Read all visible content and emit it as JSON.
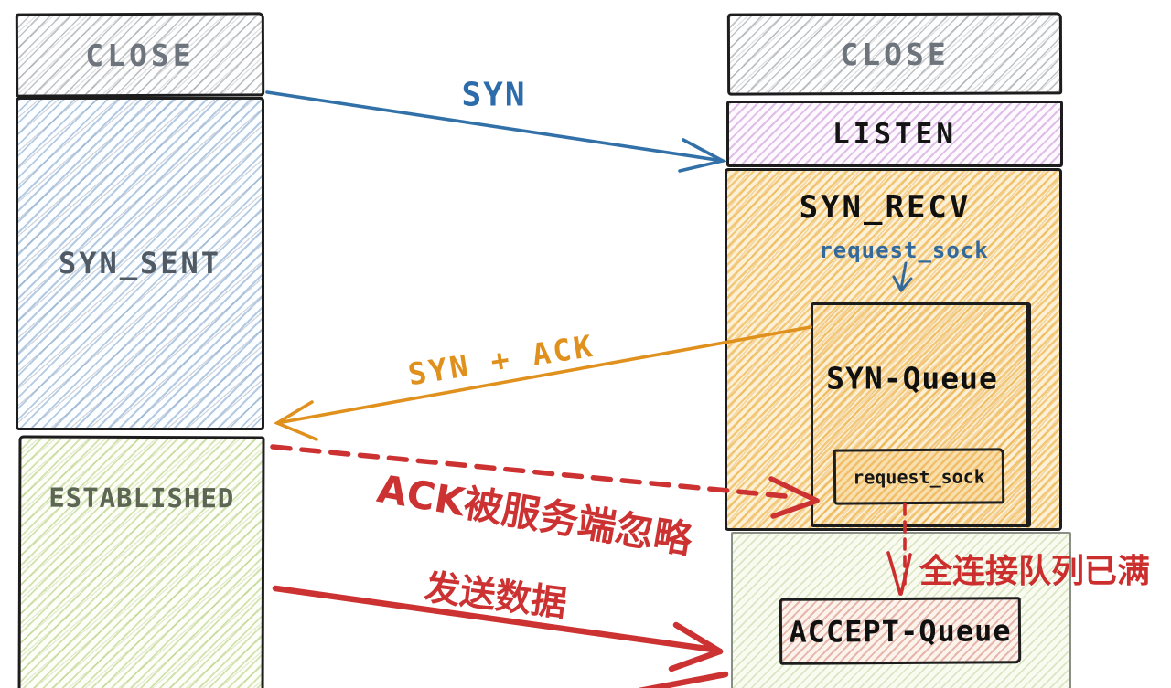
{
  "client": {
    "states": [
      {
        "id": "close",
        "label": "CLOSE"
      },
      {
        "id": "syn_sent",
        "label": "SYN_SENT"
      },
      {
        "id": "established",
        "label": "ESTABLISHED"
      }
    ]
  },
  "server": {
    "states": [
      {
        "id": "close",
        "label": "CLOSE"
      },
      {
        "id": "listen",
        "label": "LISTEN"
      },
      {
        "id": "syn_recv",
        "label": "SYN_RECV"
      }
    ],
    "request_sock_pointer": "request_sock",
    "syn_queue": {
      "title": "SYN-Queue",
      "item": "request_sock"
    },
    "accept_queue": {
      "title": "ACCEPT-Queue"
    }
  },
  "messages": {
    "syn": "SYN",
    "syn_ack": "SYN + ACK",
    "ack_ignored": "ACK被服务端忽略",
    "send_data": "发送数据",
    "queue_full": "全连接队列已满"
  },
  "colors": {
    "outline_black": "#1d1d1d",
    "blue_arrow": "#3270a8",
    "orange_arrow": "#e0901c",
    "red_arrow": "#cc3232",
    "gray_state_text": "#6e747c",
    "blue_hatch": "#76a0ca",
    "purple_hatch": "#c48ed2",
    "orange_hatch": "#ecac34",
    "green_hatch": "#a0c45c",
    "pale_green_hatch": "#b0c884",
    "pink_hatch": "#ce7464"
  }
}
